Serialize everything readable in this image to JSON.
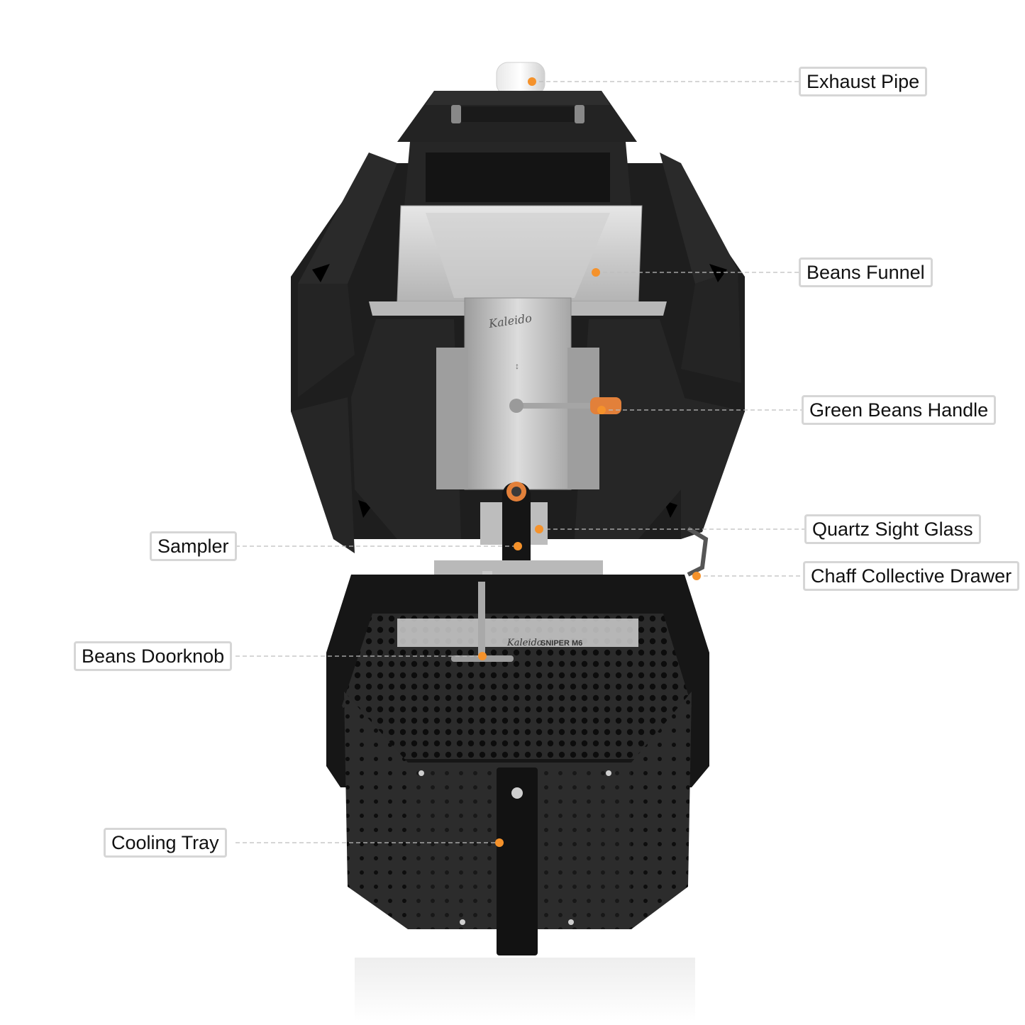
{
  "labels": {
    "exhaust_pipe": "Exhaust Pipe",
    "beans_funnel": "Beans Funnel",
    "green_beans_handle": "Green Beans Handle",
    "quartz_sight_glass": "Quartz Sight Glass",
    "chaff_drawer": "Chaff Collective Drawer",
    "sampler": "Sampler",
    "beans_doorknob": "Beans Doorknob",
    "cooling_tray": "Cooling Tray"
  },
  "product_marks": {
    "brand_funnel": "Kaleido",
    "brand_tray": "Kaleido",
    "model_tray": "SNIPER M6"
  },
  "colors": {
    "body": "#1f1f1f",
    "panel": "#2a2a2a",
    "steel": "#c8c8c8",
    "accent": "#f5922b",
    "label_border": "#d6d6d6"
  }
}
